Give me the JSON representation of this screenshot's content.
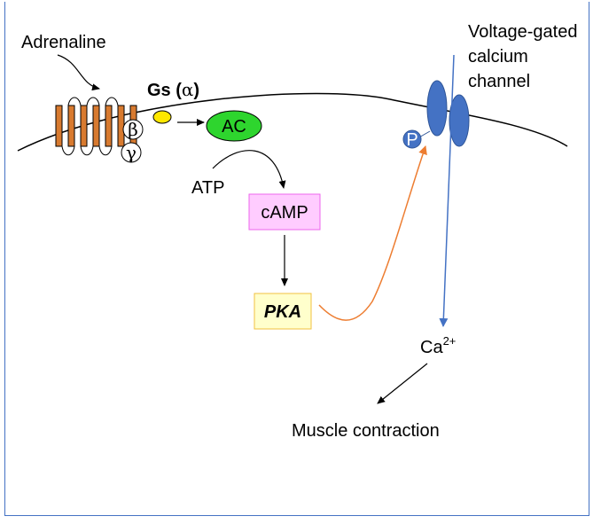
{
  "labels": {
    "adrenaline": "Adrenaline",
    "gs_name": "Gs",
    "gs_alpha": "α",
    "beta": "β",
    "gamma": "γ",
    "ac": "AC",
    "atp": "ATP",
    "camp": "cAMP",
    "pka": "PKA",
    "phospho": "P",
    "channel_line1": "Voltage-gated",
    "channel_line2": "calcium",
    "channel_line3": "channel",
    "calcium": "Ca",
    "calcium_charge": "2+",
    "muscle_contraction": "Muscle contraction"
  },
  "colors": {
    "frame_border": "#4472c4",
    "receptor_fill": "#d87a2f",
    "gprotein_alpha_fill": "#ffe800",
    "ac_fill": "#2ed52e",
    "camp_fill": "#ffccff",
    "camp_border": "#ee66ee",
    "pka_fill": "#ffffcc",
    "pka_border": "#f0c040",
    "channel_fill": "#4472c4",
    "calcium_arrow": "#4472c4",
    "pka_arrow": "#ed7d31"
  }
}
